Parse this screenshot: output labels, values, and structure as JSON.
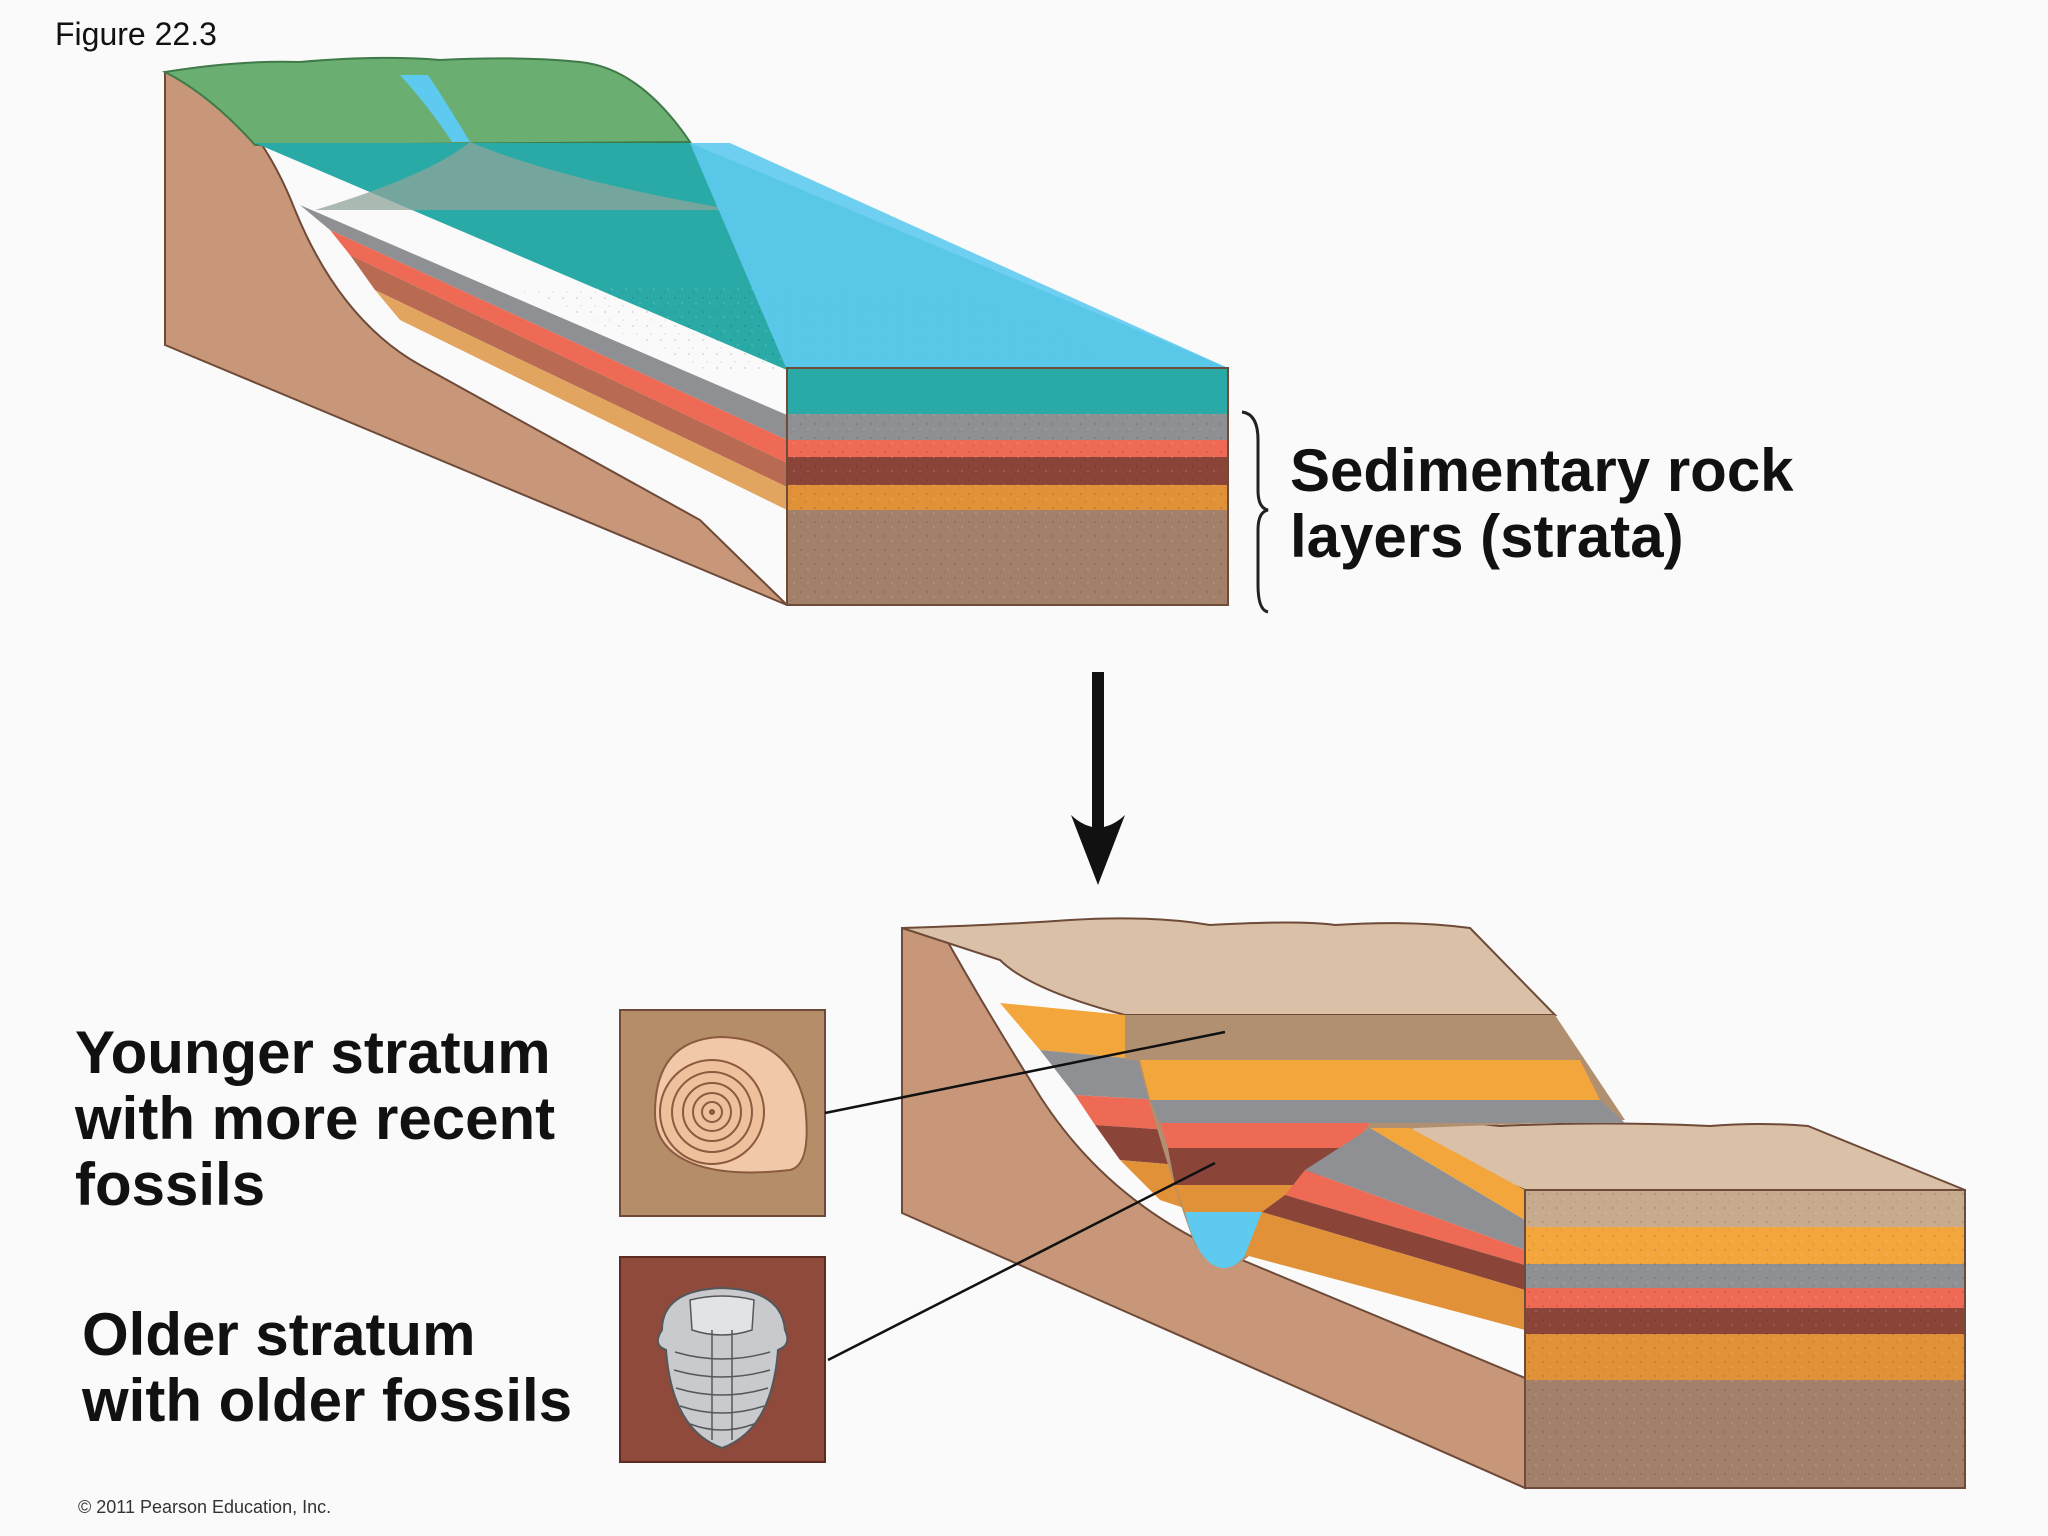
{
  "figure_label": "Figure 22.3",
  "labels": {
    "sedimentary": [
      "Sedimentary rock",
      "layers (strata)"
    ],
    "younger": [
      "Younger stratum",
      "with more recent",
      "fossils"
    ],
    "older": [
      "Older stratum",
      "with older fossils"
    ]
  },
  "copyright": "© 2011 Pearson Education, Inc.",
  "colors": {
    "water_top": "#2aaaa7",
    "water_side": "#5ecaf0",
    "land_green": "#6aae72",
    "rock_side": "#c8977a",
    "layer_gray": "#8e9094",
    "layer_salmon": "#ef6a55",
    "layer_red_brown": "#8a4538",
    "layer_orange": "#e19138",
    "layer_base": "#a3806a",
    "layer_sand": "#d9c0a6",
    "younger_box": "#b58d68",
    "older_box": "#8f4a3b"
  },
  "icons": {
    "younger_fossil": "ammonite-shell-icon",
    "older_fossil": "trilobite-icon",
    "arrow": "down-arrow-icon"
  }
}
